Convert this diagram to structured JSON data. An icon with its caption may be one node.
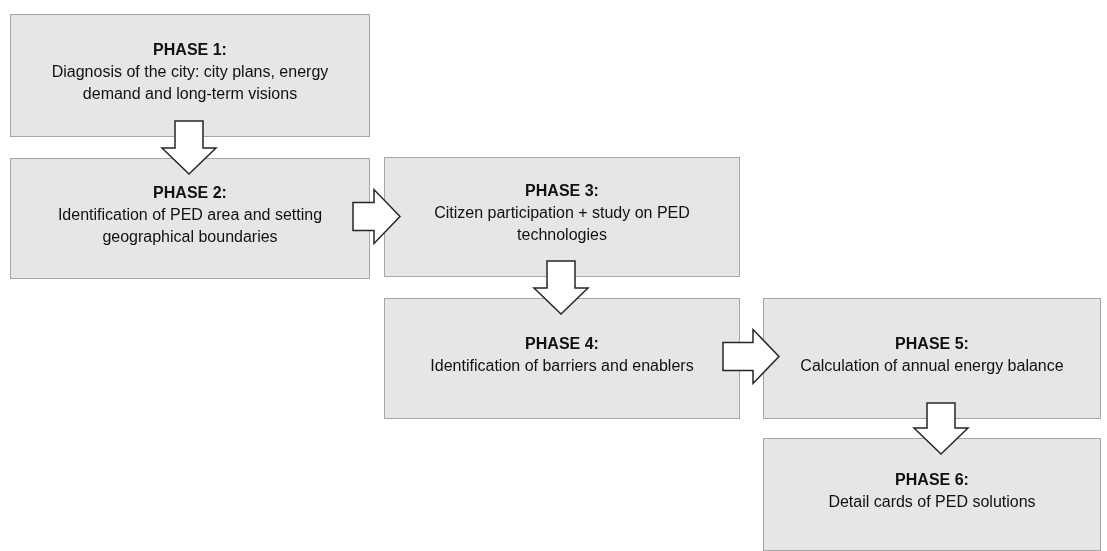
{
  "diagram": {
    "nodes": [
      {
        "text": [
          "PHASE 1:",
          "Diagnosis of the city: city plans, energy demand and long-term visions"
        ]
      },
      {
        "text": [
          "PHASE 2:",
          "Identification of PED area and setting geographical boundaries"
        ]
      },
      {
        "text": [
          "PHASE 3:",
          "Citizen participation + study on PED technologies"
        ]
      },
      {
        "text": [
          "PHASE 4:",
          "Identification of barriers and enablers"
        ]
      },
      {
        "text": [
          "PHASE 5:",
          "Calculation of annual energy balance"
        ]
      },
      {
        "text": [
          "PHASE 6:",
          "Detail cards of PED solutions"
        ]
      }
    ],
    "edges": [
      {
        "from": 0,
        "to": 1,
        "arrow": "to"
      },
      {
        "from": 1,
        "to": 2,
        "arrow": "to"
      },
      {
        "from": 2,
        "to": 3,
        "arrow": "to"
      },
      {
        "from": 3,
        "to": 4,
        "arrow": "to"
      },
      {
        "from": 4,
        "to": 5,
        "arrow": "to"
      }
    ]
  }
}
